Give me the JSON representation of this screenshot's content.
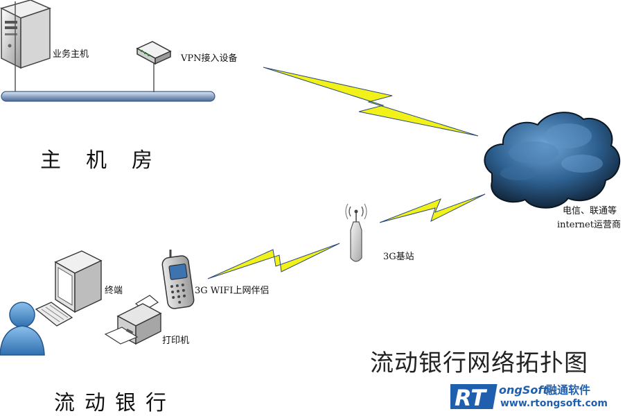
{
  "nodes": {
    "business_host": "业务主机",
    "vpn_device": "VPN接入设备",
    "carrier_line1": "电信、联通等",
    "carrier_line2": "internet运营商",
    "base_station": "3G基站",
    "wifi_companion": "3G WIFI上网伴侣",
    "terminal": "终端",
    "printer": "打印机"
  },
  "groups": {
    "main_room": "主机房",
    "mobile_bank": "流动银行"
  },
  "diagram_title": "流动银行网络拓扑图",
  "logo": {
    "rt": "RT",
    "ongsoft": "ongSoft",
    "cn_name": "融通软件",
    "url": "www.rtongsoft.com"
  },
  "colors": {
    "lightning": "#f2f21a",
    "lightning_edge": "#2a4a7a",
    "cloud": "#1e3a5c",
    "logo_blue": "#1f5fae"
  }
}
